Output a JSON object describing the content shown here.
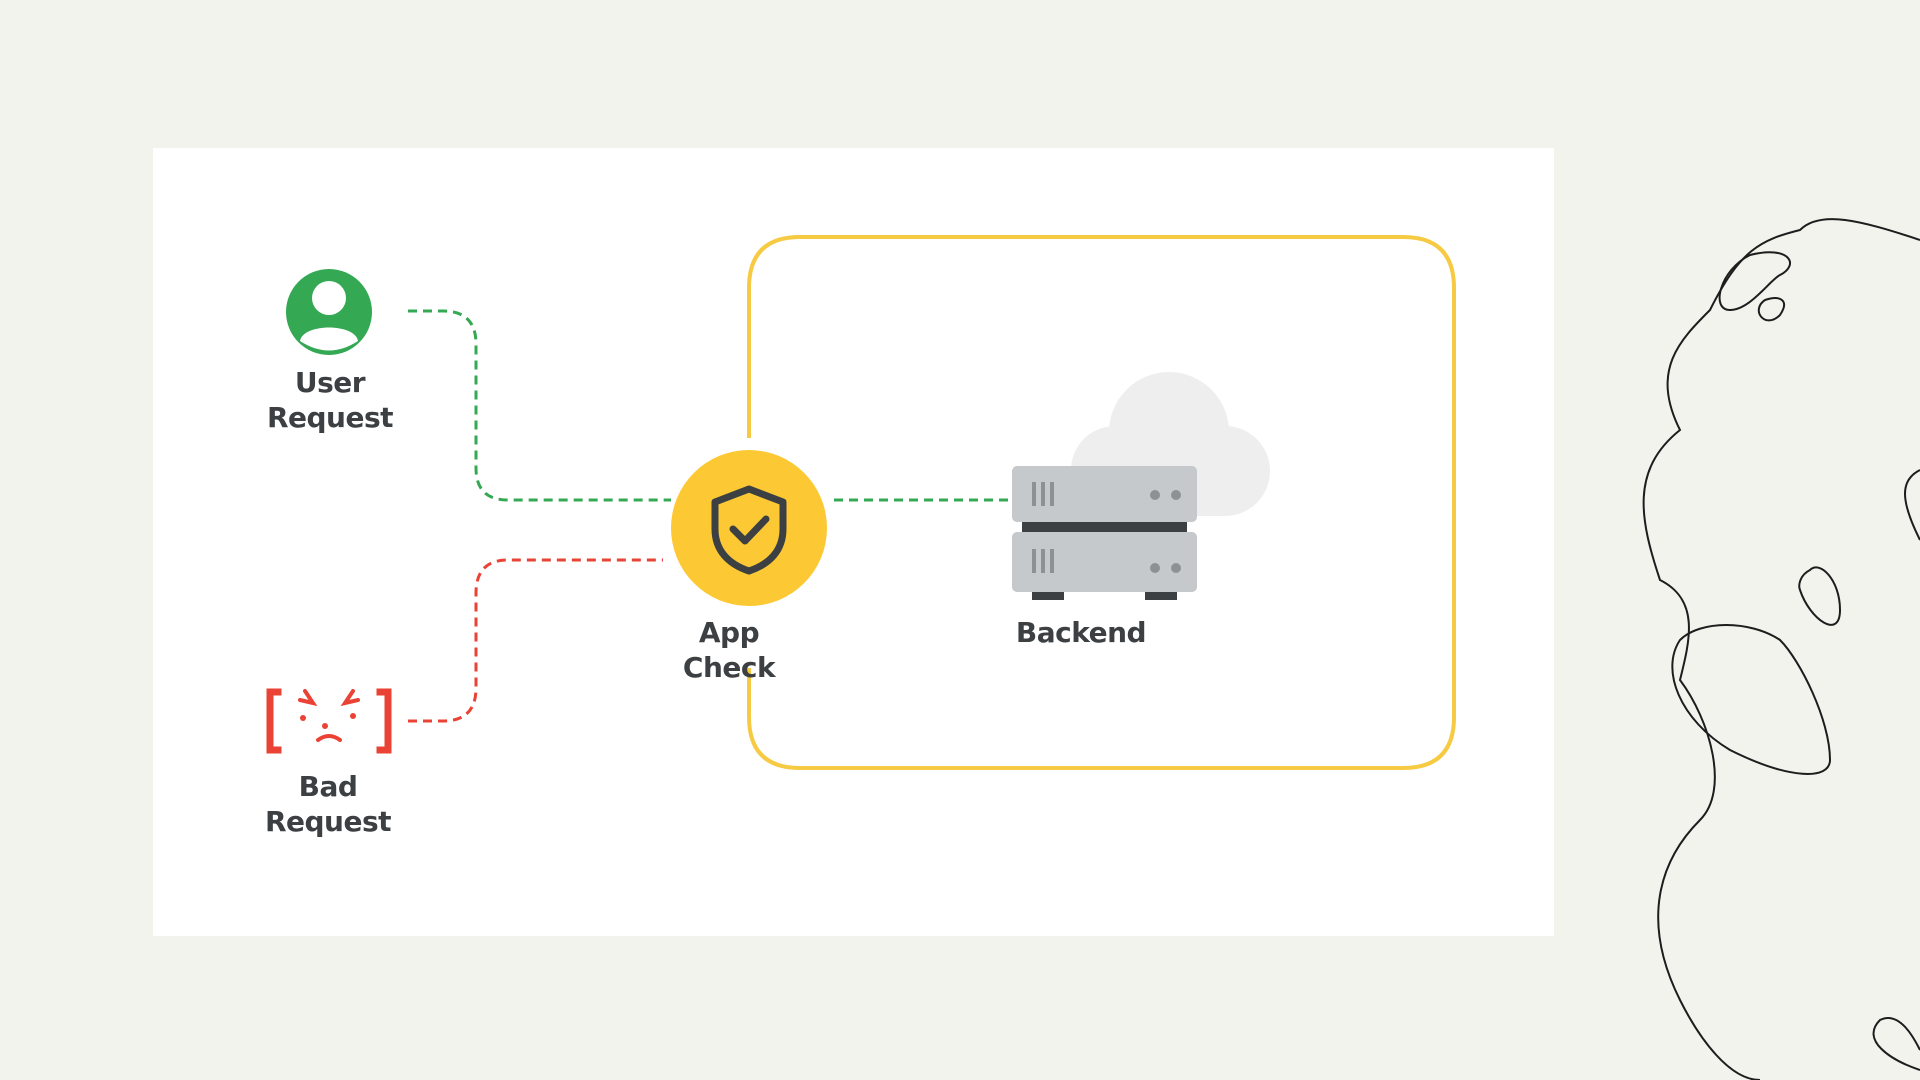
{
  "nodes": {
    "user_request": {
      "line1": "User",
      "line2": "Request"
    },
    "bad_request": {
      "line1": "Bad",
      "line2": "Request"
    },
    "app_check": {
      "label": "App Check"
    },
    "backend": {
      "label": "Backend"
    }
  },
  "icons": {
    "user_request": "user-avatar-icon",
    "bad_request": "angry-face-bracket-icon",
    "app_check": "shield-check-icon",
    "backend": "server-stack-icon",
    "cloud": "cloud-icon"
  },
  "colors": {
    "background": "#f3f3ee",
    "card": "#ffffff",
    "user_green": "#34a853",
    "bad_red": "#ea4335",
    "app_check_yellow": "#fcc934",
    "enclosure_yellow": "#f6cb43",
    "server_gray": "#c5c9cc",
    "server_dark": "#3c4043",
    "cloud_gray": "#eeeeee",
    "text": "#3c4043"
  }
}
